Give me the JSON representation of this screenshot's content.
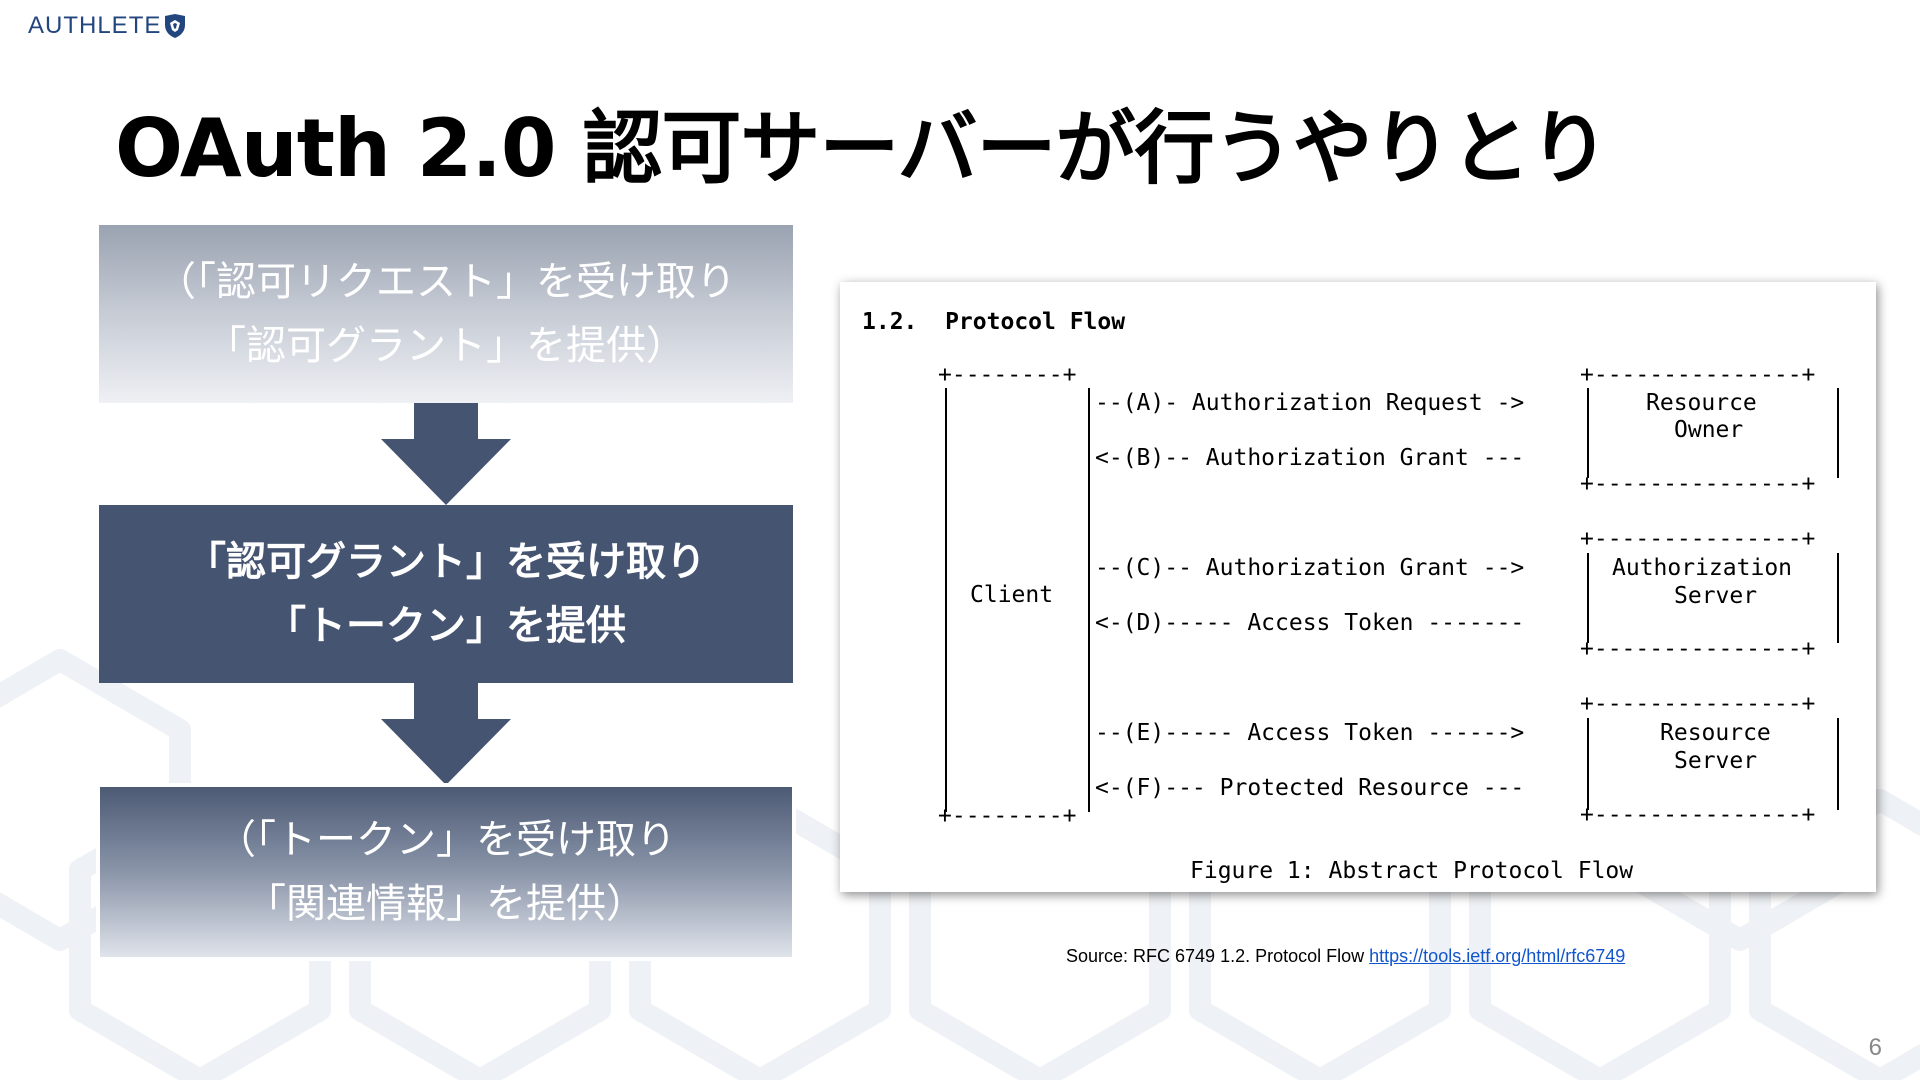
{
  "brand": {
    "logo_text": "AUTHLETE",
    "logo_color": "#24467f"
  },
  "slide": {
    "title": "OAuth 2.0 認可サーバーが行うやりとり",
    "page_number": "6"
  },
  "flow": {
    "steps": [
      {
        "line1": "（「認可リクエスト」を受け取り",
        "line2": "「認可グラント」を提供）"
      },
      {
        "line1": "「認可グラント」を受け取り",
        "line2": "「トークン」を提供"
      },
      {
        "line1": "（「トークン」を受け取り",
        "line2": "「関連情報」を提供）"
      }
    ],
    "accent_color": "#455470"
  },
  "rfc_figure": {
    "heading": "1.2.  Protocol Flow",
    "client_label": "Client",
    "parties": [
      {
        "line1": "Resource",
        "line2": "Owner"
      },
      {
        "line1": "Authorization",
        "line2": "Server"
      },
      {
        "line1": "Resource",
        "line2": "Server"
      }
    ],
    "messages": [
      "--(A)- Authorization Request ->",
      "<-(B)-- Authorization Grant ---",
      "--(C)-- Authorization Grant -->",
      "<-(D)----- Access Token -------",
      "--(E)----- Access Token ------>",
      "<-(F)--- Protected Resource ---"
    ],
    "caption": "Figure 1: Abstract Protocol Flow",
    "client_box_top": "+--------+",
    "party_box_edge": "+---------------+"
  },
  "source": {
    "text": "Source: RFC 6749 1.2. Protocol Flow",
    "link_text": "https://tools.ietf.org/html/rfc6749"
  }
}
